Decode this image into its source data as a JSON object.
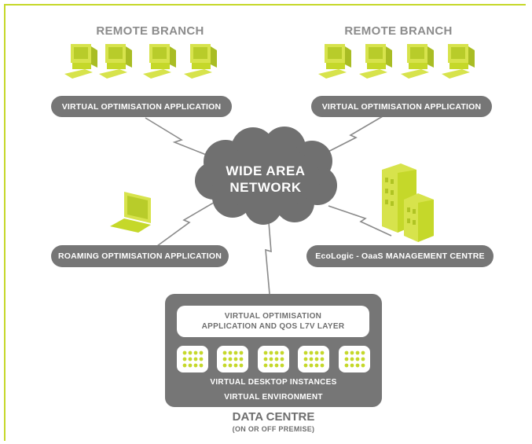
{
  "branches": [
    {
      "title": "REMOTE BRANCH",
      "app_label": "VIRTUAL OPTIMISATION APPLICATION"
    },
    {
      "title": "REMOTE BRANCH",
      "app_label": "VIRTUAL OPTIMISATION APPLICATION"
    }
  ],
  "cloud": {
    "line1": "WIDE AREA",
    "line2": "NETWORK"
  },
  "roaming": {
    "label": "ROAMING OPTIMISATION APPLICATION"
  },
  "management": {
    "label": "EcoLogic - OaaS MANAGEMENT CENTRE"
  },
  "datacentre": {
    "layer_line1": "VIRTUAL OPTIMISATION",
    "layer_line2": "APPLICATION AND QOS L7V LAYER",
    "instances_label": "VIRTUAL DESKTOP INSTANCES",
    "environment_label": "VIRTUAL ENVIRONMENT",
    "title": "DATA CENTRE",
    "subtitle": "(ON OR OFF PREMISE)"
  },
  "colors": {
    "accent": "#c5d82a",
    "pill": "#767676",
    "title": "#8c8c8c",
    "cloud": "#707070"
  }
}
